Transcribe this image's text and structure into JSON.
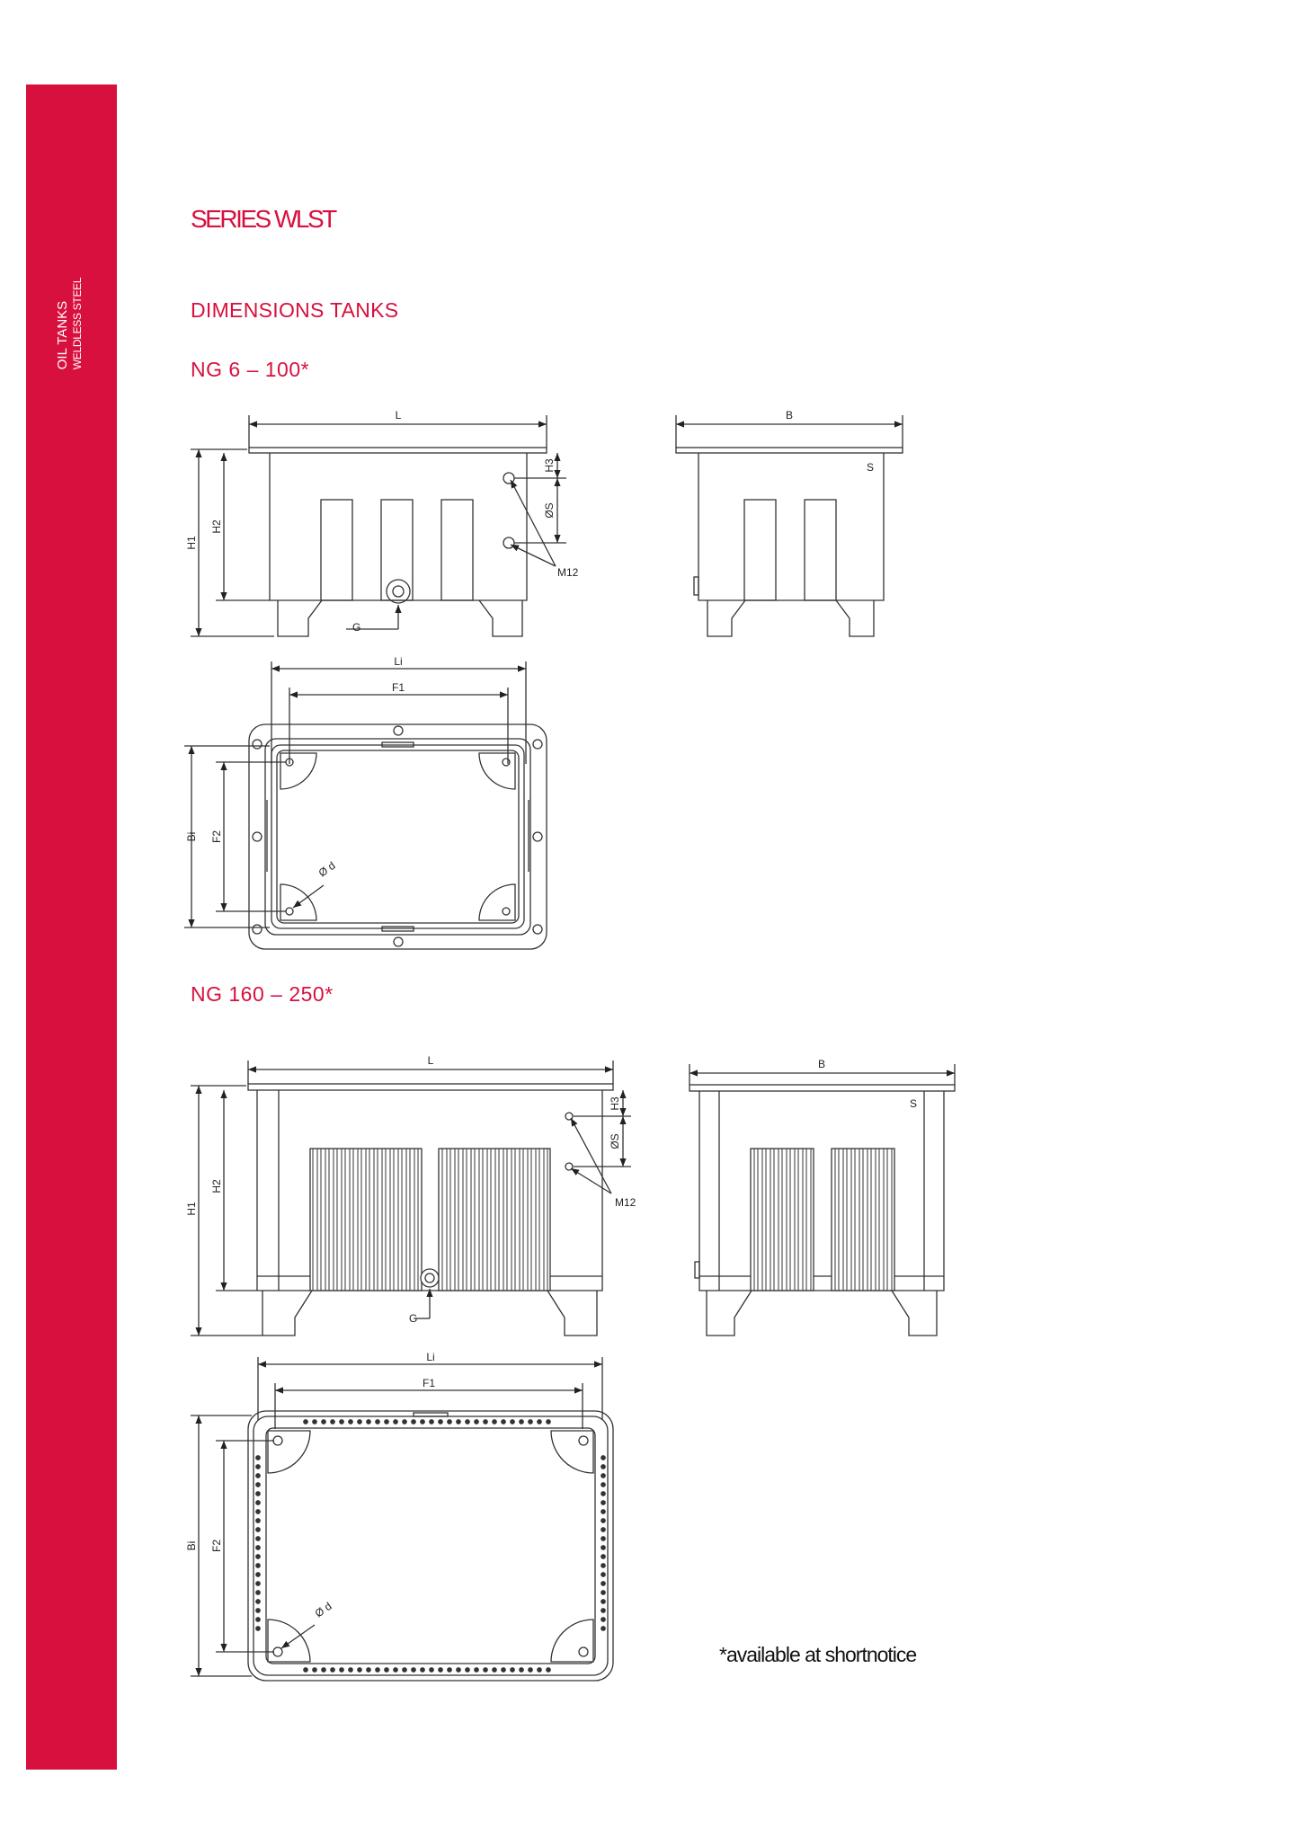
{
  "sidebar": {
    "line1": "OIL TANKS",
    "line2": "WELDLESS STEEL"
  },
  "header": {
    "series_title": "SERIES WLST",
    "section_title": "DIMENSIONS TANKS"
  },
  "groups": [
    {
      "title": "NG 6 – 100*"
    },
    {
      "title": "NG 160 – 250*"
    }
  ],
  "labels": {
    "L": "L",
    "B": "B",
    "S": "S",
    "H1": "H1",
    "H2": "H2",
    "H3": "H3",
    "oS": "ØS",
    "M12": "M12",
    "G": "G",
    "Li": "Li",
    "F1": "F1",
    "Bi": "Bi",
    "F2": "F2",
    "od": "Ø d"
  },
  "footnote": "*available  at shortnotice",
  "colors": {
    "accent": "#d8103e",
    "line": "#333333"
  }
}
